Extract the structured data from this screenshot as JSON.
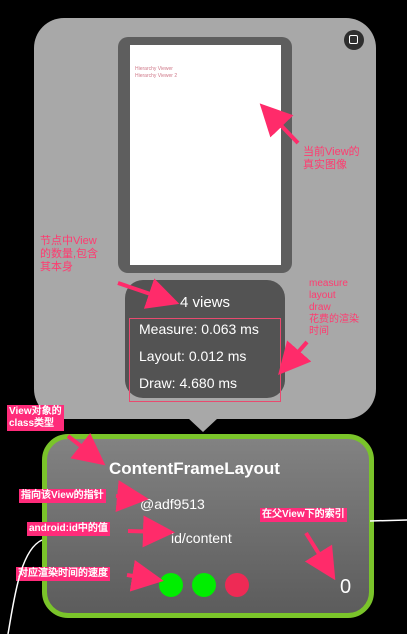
{
  "preview": {
    "lines": [
      "Hierarchy Viewer",
      "Hierarchy Viewer 2"
    ]
  },
  "stats": {
    "views": "4 views",
    "measure": "Measure: 0.063 ms",
    "layout": "Layout: 0.012 ms",
    "draw": "Draw: 4.680 ms"
  },
  "node": {
    "class_name": "ContentFrameLayout",
    "hash": "@adf9513",
    "id": "id/content",
    "index": "0",
    "indicators": [
      {
        "name": "measure",
        "color": "#00ee00"
      },
      {
        "name": "layout",
        "color": "#00ee00"
      },
      {
        "name": "draw",
        "color": "#ee2a55"
      }
    ]
  },
  "annotations": {
    "real_image": [
      "当前View的",
      "真实图像"
    ],
    "node_count": [
      "节点中View",
      "的数量,包含",
      "其本身"
    ],
    "time_cost": [
      "measure",
      "layout",
      "draw",
      "花费的渲染",
      "时间"
    ],
    "class_type": [
      "View对象的",
      "class类型"
    ],
    "pointer": "指向该View的指针",
    "android_id": "android:id中的值",
    "render_speed": "对应渲染时间的速度",
    "parent_index": "在父View下的索引"
  },
  "colors": {
    "annotation": "#ff3b70",
    "node_border": "#7ac42a",
    "tooltip_bg": "#a8a8a8"
  }
}
